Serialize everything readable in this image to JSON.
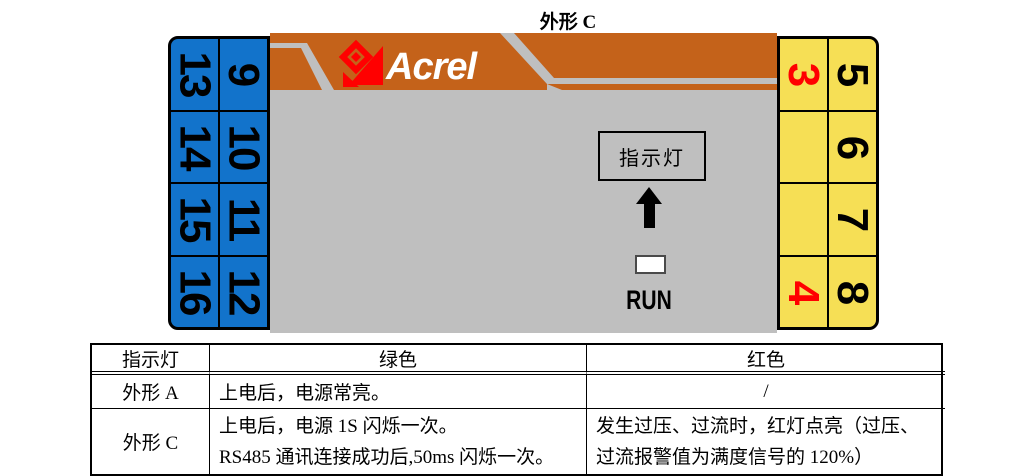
{
  "title": "外形 C",
  "device": {
    "brand": "Acrel",
    "left_terminals": {
      "outer": [
        "13",
        "14",
        "15",
        "16"
      ],
      "inner": [
        "9",
        "10",
        "11",
        "12"
      ]
    },
    "right_terminals": {
      "inner": [
        "3",
        "",
        "",
        "4"
      ],
      "outer": [
        "5",
        "6",
        "7",
        "8"
      ]
    },
    "indicator_label": "指示灯",
    "led_label": "RUN"
  },
  "colors": {
    "band_orange": "#C4621A",
    "terminal_blue": "#1273CB",
    "terminal_yellow": "#F6DF55",
    "body_gray": "#BFBFBF",
    "number_red": "#FF0000",
    "logo_red": "#FF0000",
    "logo_text_white": "#FFFFFF"
  },
  "table": {
    "headers": [
      "指示灯",
      "绿色",
      "红色"
    ],
    "rows": [
      {
        "name": "外形 A",
        "green": [
          "上电后，电源常亮。"
        ],
        "red": [
          "/"
        ]
      },
      {
        "name": "外形 C",
        "green": [
          "上电后，电源 1S 闪烁一次。",
          "RS485 通讯连接成功后,50ms 闪烁一次。"
        ],
        "red": [
          "发生过压、过流时，红灯点亮（过压、",
          "过流报警值为满度信号的 120%）"
        ]
      }
    ]
  }
}
